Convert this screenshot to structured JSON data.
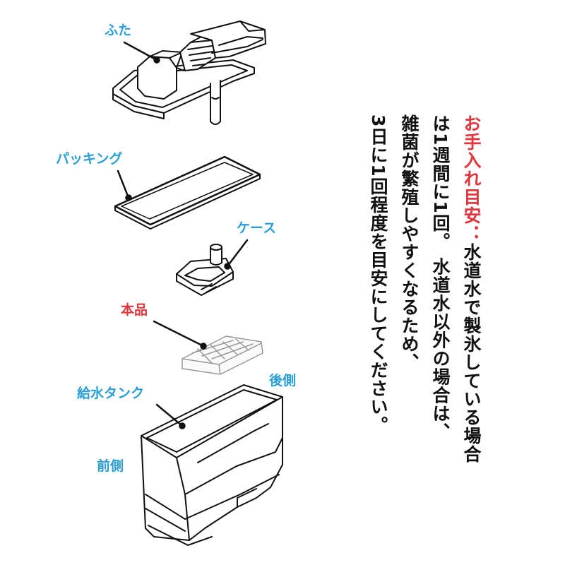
{
  "labels": {
    "lid": "ふた",
    "packing": "パッキング",
    "case": "ケース",
    "main_unit": "本品",
    "water_tank": "給水タンク",
    "back_side": "後側",
    "front_side": "前側"
  },
  "notice": {
    "heading": "お手入れ目安：",
    "line1_rest": "水道水で製氷している場合",
    "line2": "は1週間に1回。 水道水以外の場合は、",
    "line3": "雑菌が繁殖しやすくなるため、",
    "line4": "3日に1回程度を目安にしてください。"
  },
  "colors": {
    "label_blue": "#2a9fd6",
    "label_red": "#e2363f",
    "text": "#111111"
  }
}
